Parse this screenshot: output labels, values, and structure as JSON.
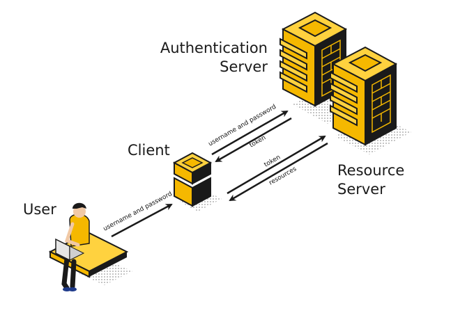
{
  "labels": {
    "auth_server_line1": "Authentication",
    "auth_server_line2": "Server",
    "client": "Client",
    "resource_server_line1": "Resource",
    "resource_server_line2": "Server",
    "user": "User"
  },
  "arrows": {
    "user_to_client": "username and password",
    "client_auth_top": "username and password",
    "client_auth_bottom": "token",
    "client_resource_top": "token",
    "client_resource_bottom": "resources"
  },
  "colors": {
    "accent": "#f5b800",
    "accent_light": "#ffd23f",
    "dark": "#1a1a1a",
    "shadow": "#9a9a9a"
  }
}
